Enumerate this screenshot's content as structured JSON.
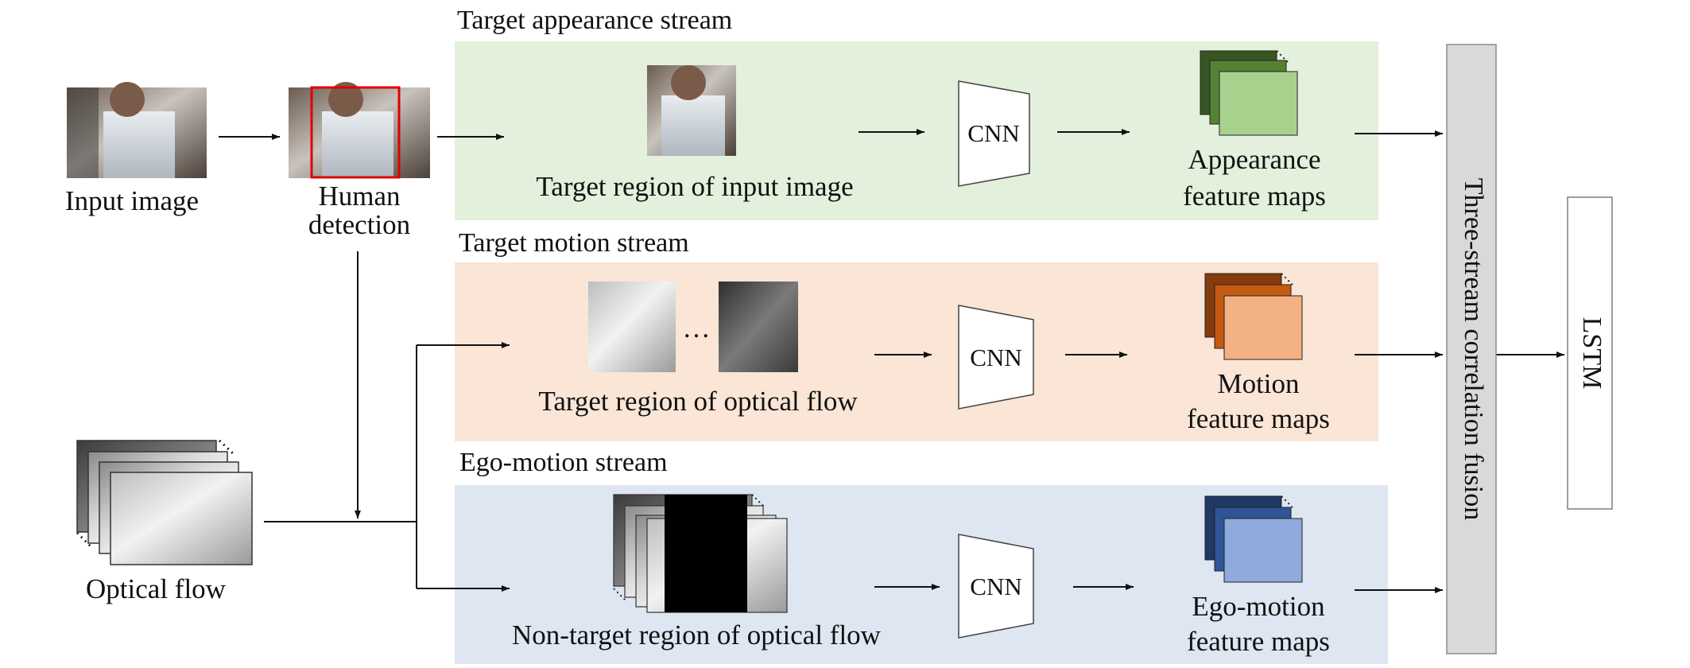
{
  "streams": {
    "appearance": {
      "title": "Target appearance stream",
      "title_color": "#4f6b2e",
      "bg_color": "#e3f0dc",
      "region_label": "Target region of input image",
      "cnn_label": "CNN",
      "feature_label_line1": "Appearance",
      "feature_label_line2": "feature maps",
      "map_colors": [
        "#375623",
        "#548235",
        "#a9d18e"
      ]
    },
    "motion": {
      "title": "Target motion stream",
      "title_color": "#8b4513",
      "bg_color": "#fbe5d6",
      "region_label": "Target region of optical flow",
      "ellipsis": "…",
      "cnn_label": "CNN",
      "feature_label_line1": "Motion",
      "feature_label_line2": "feature maps",
      "map_colors": [
        "#843c0c",
        "#c55a11",
        "#f4b183"
      ]
    },
    "ego": {
      "title": "Ego-motion stream",
      "title_color": "#2f5597",
      "bg_color": "#dee6f2",
      "region_label": "Non-target region of optical flow",
      "cnn_label": "CNN",
      "feature_label_line1": "Ego-motion",
      "feature_label_line2": "feature maps",
      "map_colors": [
        "#203864",
        "#2f5597",
        "#8faadc"
      ]
    }
  },
  "inputs": {
    "input_image_label": "Input image",
    "human_detection_line1": "Human",
    "human_detection_line2": "detection",
    "optical_flow_label": "Optical flow"
  },
  "fusion": {
    "label": "Three-stream correlation fusion",
    "bg_color": "#d9d9d9"
  },
  "output": {
    "label": "LSTM"
  }
}
